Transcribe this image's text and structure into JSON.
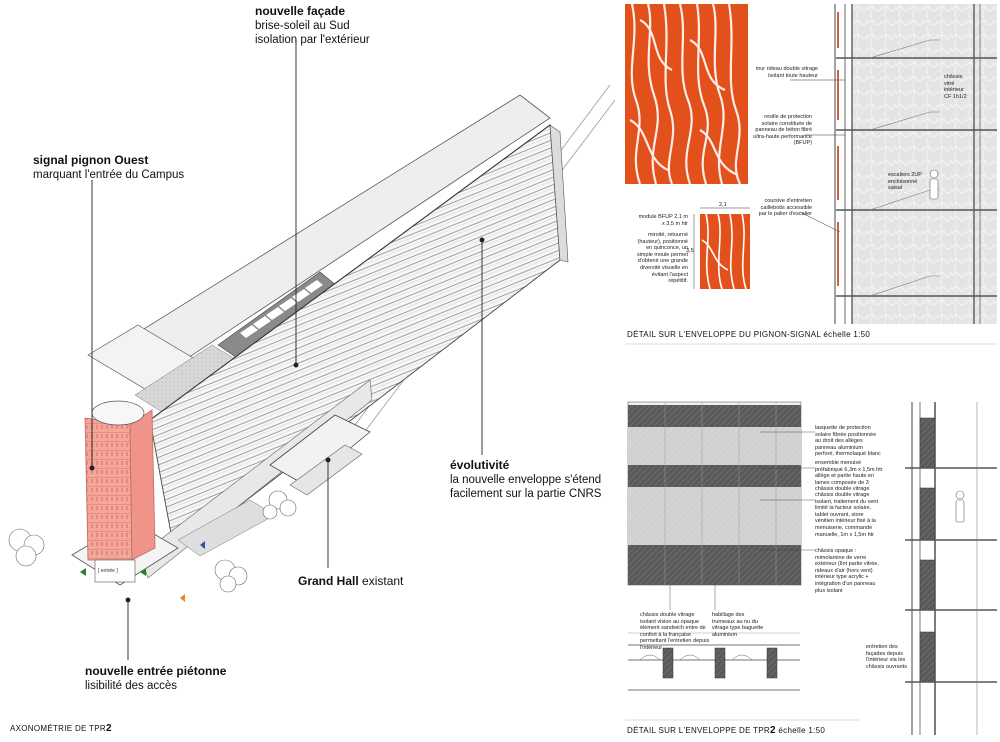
{
  "axo": {
    "facade_title": "nouvelle façade",
    "facade_line1": "brise-soleil au Sud",
    "facade_line2": "isolation par l'extérieur",
    "signal_title": "signal pignon Ouest",
    "signal_line1": "marquant l'entrée du Campus",
    "evol_title": "évolutivité",
    "evol_line1": "la nouvelle enveloppe s'étend",
    "evol_line2": "facilement sur la partie CNRS",
    "hall_title": "Grand Hall",
    "hall_suffix": " existant",
    "entry_title": "nouvelle entrée piétonne",
    "entry_line1": "lisibilité des accès",
    "caption_prefix": "Axonométrie de TPR",
    "caption_num": "2"
  },
  "detail1": {
    "caption_main": "détail sur l'enveloppe du pignon-signal",
    "caption_scale": " échelle 1:50",
    "note_mur": "mur rideau double vitrage isolant toute hauteur",
    "note_resille": "resille de protection solaire constituée de panneau de béton fibré ultra-haute performance (BFUP)",
    "note_coursive": "coursive d'entretien caillebotis accessible par le palier d'escalier",
    "note_module": "module BFUP 2,1 m x 3,5 m htr",
    "note_miroite": "miroité, retourné (hauteur), positionné en quinconce, un simple moule permet d'obtenir une grande diversité visuelle en évitant l'aspect répétitif.",
    "dim_width": "2,1",
    "dim_height": "3,5",
    "note_chassis": "châssis vitré intérieur CF 1h1/2",
    "note_escalier": "escaliers 2UP encloisonné saisal"
  },
  "detail2": {
    "caption_main": "détail sur l'enveloppe de TPR",
    "caption_num": "2",
    "caption_scale": " échelle 1:50",
    "note_a": "lasquette de protection solaire fibrée positionnée au droit des allèges panneau aluminium perforé, thermolaqué blanc",
    "note_b": "ensemble menuisé préfabriqué 6,3m x 1,5m htr allège et partie haute en lames composée de 3 châssis double vitrage",
    "note_c": "châssis double vitrage isolant, traitement du vent limité la facteur solaire, tablet ouvrant, store vénitien intérieur fixé à la menuiserie, commande manuelle, 1m x 1,5m htr",
    "note_d": "châssis opaque : mimolamine de verre extérieur (Ilot partie vitrée, rideaux d'air (hors vent) intérieur type acrylic + intégration d'un panneau plus isolant",
    "note_e": "châssis double vitrage isolant vision au opaque élément sandwich entre de confort à la française permettant l'entretien depuis l'intérieur",
    "note_f": "habillage des trumeaux au nu du vitrage type baguette aluminium",
    "note_g": "entretien des façades depuis l'intérieur via les châssis ouvrants"
  },
  "colors": {
    "signal": "#f4a69a",
    "resille": "#e2501c",
    "line": "#333333"
  }
}
